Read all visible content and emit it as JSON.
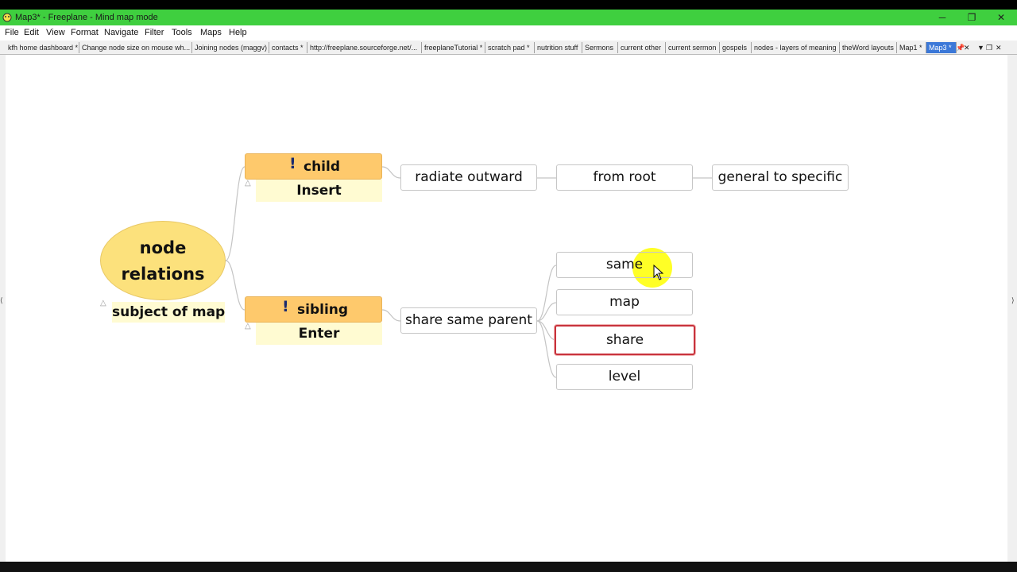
{
  "window": {
    "title": "Map3* - Freeplane - Mind map mode",
    "min_icon": "minimize-icon",
    "max_icon": "restore-icon",
    "close_icon": "close-icon",
    "min_glyph": "─",
    "max_glyph": "❐",
    "close_glyph": "✕"
  },
  "menu": [
    "File",
    "Edit",
    "View",
    "Format",
    "Navigate",
    "Filter",
    "Tools",
    "Maps",
    "Help"
  ],
  "tabs": [
    "kfh home dashboard *",
    "Change node size on mouse wh...",
    "Joining nodes (maggv)",
    "contacts *",
    "http://freeplane.sourceforge.net/...",
    "freeplaneTutorial *",
    "scratch pad *",
    "nutrition stuff",
    "Sermons",
    "current other",
    "current sermon",
    "gospels",
    "nodes - layers of meaning",
    "theWord layouts",
    "Map1 *",
    "Map3 *"
  ],
  "active_tab": "Map3 *",
  "tab_controls": {
    "pin": "📌",
    "close_tab": "✕",
    "list": "▼",
    "restore": "❐",
    "close": "✕"
  },
  "mindmap": {
    "root": {
      "line1": "node",
      "line2": "relations",
      "attribute": "subject of map"
    },
    "child": {
      "icon": "exclamation-icon",
      "mark": "!",
      "label": "child",
      "attribute": "Insert"
    },
    "sibling": {
      "icon": "exclamation-icon",
      "mark": "!",
      "label": "sibling",
      "attribute": "Enter"
    },
    "child_chain": [
      "radiate outward",
      "from root",
      "general to specific"
    ],
    "sibling_node": "share same parent",
    "sibling_children": [
      "same",
      "map",
      "share",
      "level"
    ],
    "selected_node": "share",
    "fold_glyph": "△"
  },
  "colors": {
    "titlebar": "#3fcf3f",
    "root_fill": "#fce17c",
    "node_fill": "#fec96c",
    "attribute_fill": "#fffbd2",
    "selection_border": "#c8323c",
    "cursor_highlight": "#ffff00",
    "active_tab": "#3b78d8"
  }
}
